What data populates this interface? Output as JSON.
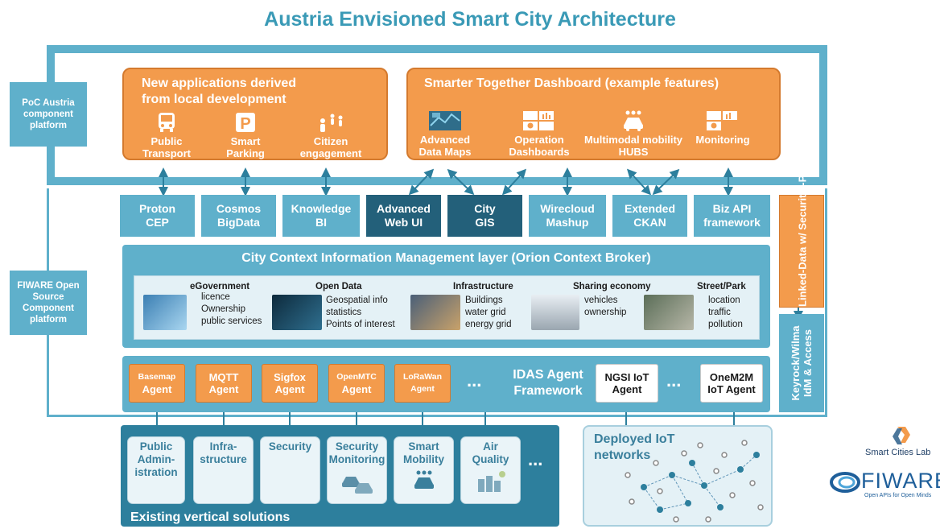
{
  "title": "Austria Envisioned Smart City Architecture",
  "side": {
    "poc_label": "PoC Austria component platform",
    "fiware_label": "FIWARE Open Source Component platform",
    "linked_label": "Linked-Data w/ Security -Policy",
    "keyrock_label": "Keyrock/Wilma IdM & Access"
  },
  "local_apps": {
    "heading_line1": "New applications derived",
    "heading_line2": "from local development",
    "items": [
      {
        "label1": "Public",
        "label2": "Transport",
        "icon": "bus-icon"
      },
      {
        "label1": "Smart",
        "label2": "Parking",
        "icon": "parking-icon"
      },
      {
        "label1": "Citizen",
        "label2": "engagement",
        "icon": "people-icon"
      }
    ]
  },
  "dashboard": {
    "heading": "Smarter Together Dashboard (example features)",
    "items": [
      {
        "label1": "Advanced",
        "label2": "Data Maps",
        "icon": "map-icon"
      },
      {
        "label1": "Operation",
        "label2": "Dashboards",
        "icon": "dashboard-icon"
      },
      {
        "label1": "Multimodal mobility",
        "label2": "HUBS",
        "icon": "car-icon"
      },
      {
        "label1": "Monitoring",
        "label2": "",
        "icon": "monitor-icon"
      }
    ]
  },
  "components": [
    {
      "line1": "Proton",
      "line2": "CEP"
    },
    {
      "line1": "Cosmos",
      "line2": "BigData"
    },
    {
      "line1": "Knowledge",
      "line2": "BI"
    },
    {
      "line1": "Advanced",
      "line2": "Web UI"
    },
    {
      "line1": "City",
      "line2": "GIS"
    },
    {
      "line1": "Wirecloud",
      "line2": "Mashup"
    },
    {
      "line1": "Extended",
      "line2": "CKAN"
    },
    {
      "line1": "Biz API",
      "line2": "framework"
    }
  ],
  "context": {
    "title": "City Context Information Management layer (Orion Context Broker)",
    "egov": {
      "h": "eGovernment",
      "l1": "licence",
      "l2": "Ownership",
      "l3": "public services"
    },
    "opendata": {
      "h": "Open Data",
      "l1": "Geospatial info",
      "l2": "statistics",
      "l3": "Points of interest"
    },
    "infra": {
      "h": "Infrastructure",
      "l1": "Buildings",
      "l2": "water grid",
      "l3": "energy grid"
    },
    "sharing": {
      "h": "Sharing economy",
      "l1": "vehicles",
      "l2": "ownership"
    },
    "street": {
      "h": "Street/Park",
      "l1": "location",
      "l2": "traffic",
      "l3": "pollution"
    }
  },
  "idas": {
    "agents": [
      {
        "line1": "Basemap",
        "line2": "Agent"
      },
      {
        "line1": "MQTT",
        "line2": "Agent"
      },
      {
        "line1": "Sigfox",
        "line2": "Agent"
      },
      {
        "line1": "OpenMTC",
        "line2": "Agent"
      },
      {
        "line1": "LoRaWan",
        "line2": "Agent"
      }
    ],
    "ellipsis": "...",
    "label1": "IDAS Agent",
    "label2": "Framework",
    "ngsi": {
      "line1": "NGSI IoT",
      "line2": "Agent"
    },
    "onem2m": {
      "line1": "OneM2M",
      "line2": "IoT Agent"
    }
  },
  "verticals": {
    "caption": "Existing vertical solutions",
    "ellipsis": "...",
    "items": [
      {
        "l1": "Public",
        "l2": "Admin-",
        "l3": "istration"
      },
      {
        "l1": "Infra-",
        "l2": "structure",
        "l3": ""
      },
      {
        "l1": "Security",
        "l2": "",
        "l3": ""
      },
      {
        "l1": "Security",
        "l2": "Monitoring",
        "l3": ""
      },
      {
        "l1": "Smart",
        "l2": "Mobility",
        "l3": ""
      },
      {
        "l1": "Air",
        "l2": "Quality",
        "l3": ""
      }
    ]
  },
  "iot": {
    "line1": "Deployed IoT",
    "line2": "networks"
  },
  "logos": {
    "smart_cities_lab": "Smart Cities Lab",
    "fiware": "FIWARE",
    "fiware_tagline": "Open APIs for Open Minds"
  },
  "colors": {
    "teal": "#5fb0cb",
    "dark_teal": "#23607a",
    "orange": "#f39b4c",
    "title": "#3a9ab6"
  }
}
